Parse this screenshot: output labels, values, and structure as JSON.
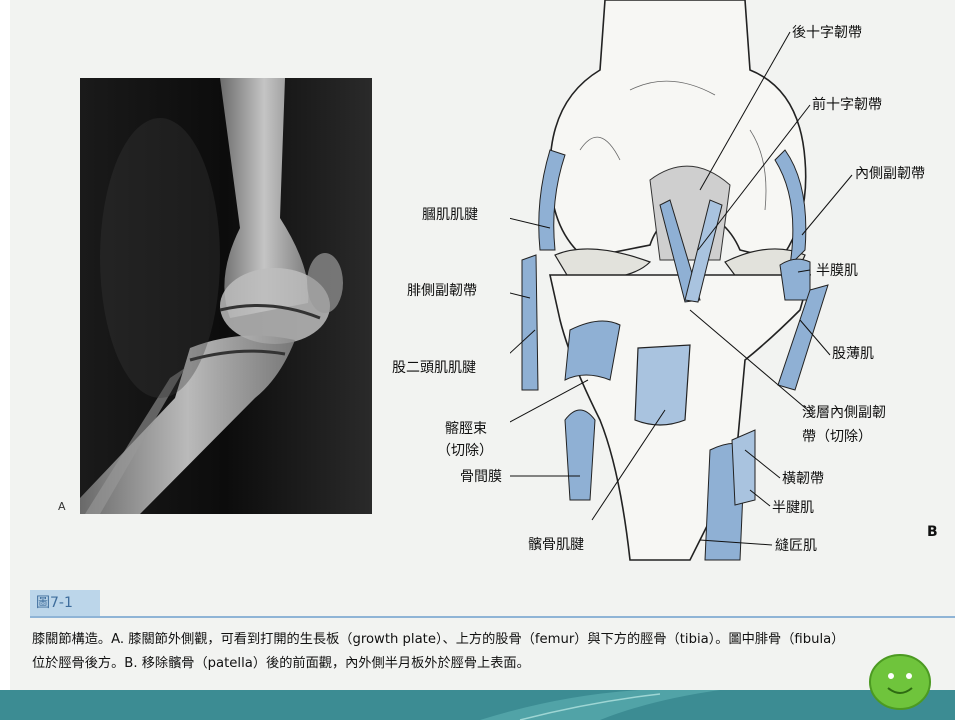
{
  "figure": {
    "figure_number": "圖7-1",
    "panel_a_label": "A",
    "panel_b_label": "B"
  },
  "diagram_labels": {
    "posterior_cruciate": "後十字韌帶",
    "anterior_cruciate": "前十字韌帶",
    "medial_collateral": "內側副韌帶",
    "popliteus_tendon": "膕肌肌腱",
    "semimembranosus": "半膜肌",
    "fibular_collateral": "腓側副韌帶",
    "gracilis": "股薄肌",
    "biceps_femoris_tendon": "股二頭肌肌腱",
    "superficial_mcl_line1": "淺層內側副韌",
    "superficial_mcl_line2": "帶（切除）",
    "iliotibial_band_line1": "髂脛束",
    "iliotibial_band_line2": "（切除）",
    "interosseous_membrane": "骨間膜",
    "transverse_ligament": "橫韌帶",
    "semitendinosus": "半腱肌",
    "patellar_tendon": "髕骨肌腱",
    "sartorius": "縫匠肌"
  },
  "caption": {
    "line1": "膝關節構造。A. 膝關節外側觀，可看到打開的生長板（growth plate）、上方的股骨（femur）與下方的脛骨（tibia）。圖中腓骨（fibula）",
    "line2": "位於脛骨後方。B. 移除髕骨（patella）後的前面觀，內外側半月板外於脛骨上表面。"
  },
  "colors": {
    "bottom_bar": "#3c8c93",
    "ligament_blue": "#8fb0d4",
    "smiley": "#6fc43c"
  }
}
